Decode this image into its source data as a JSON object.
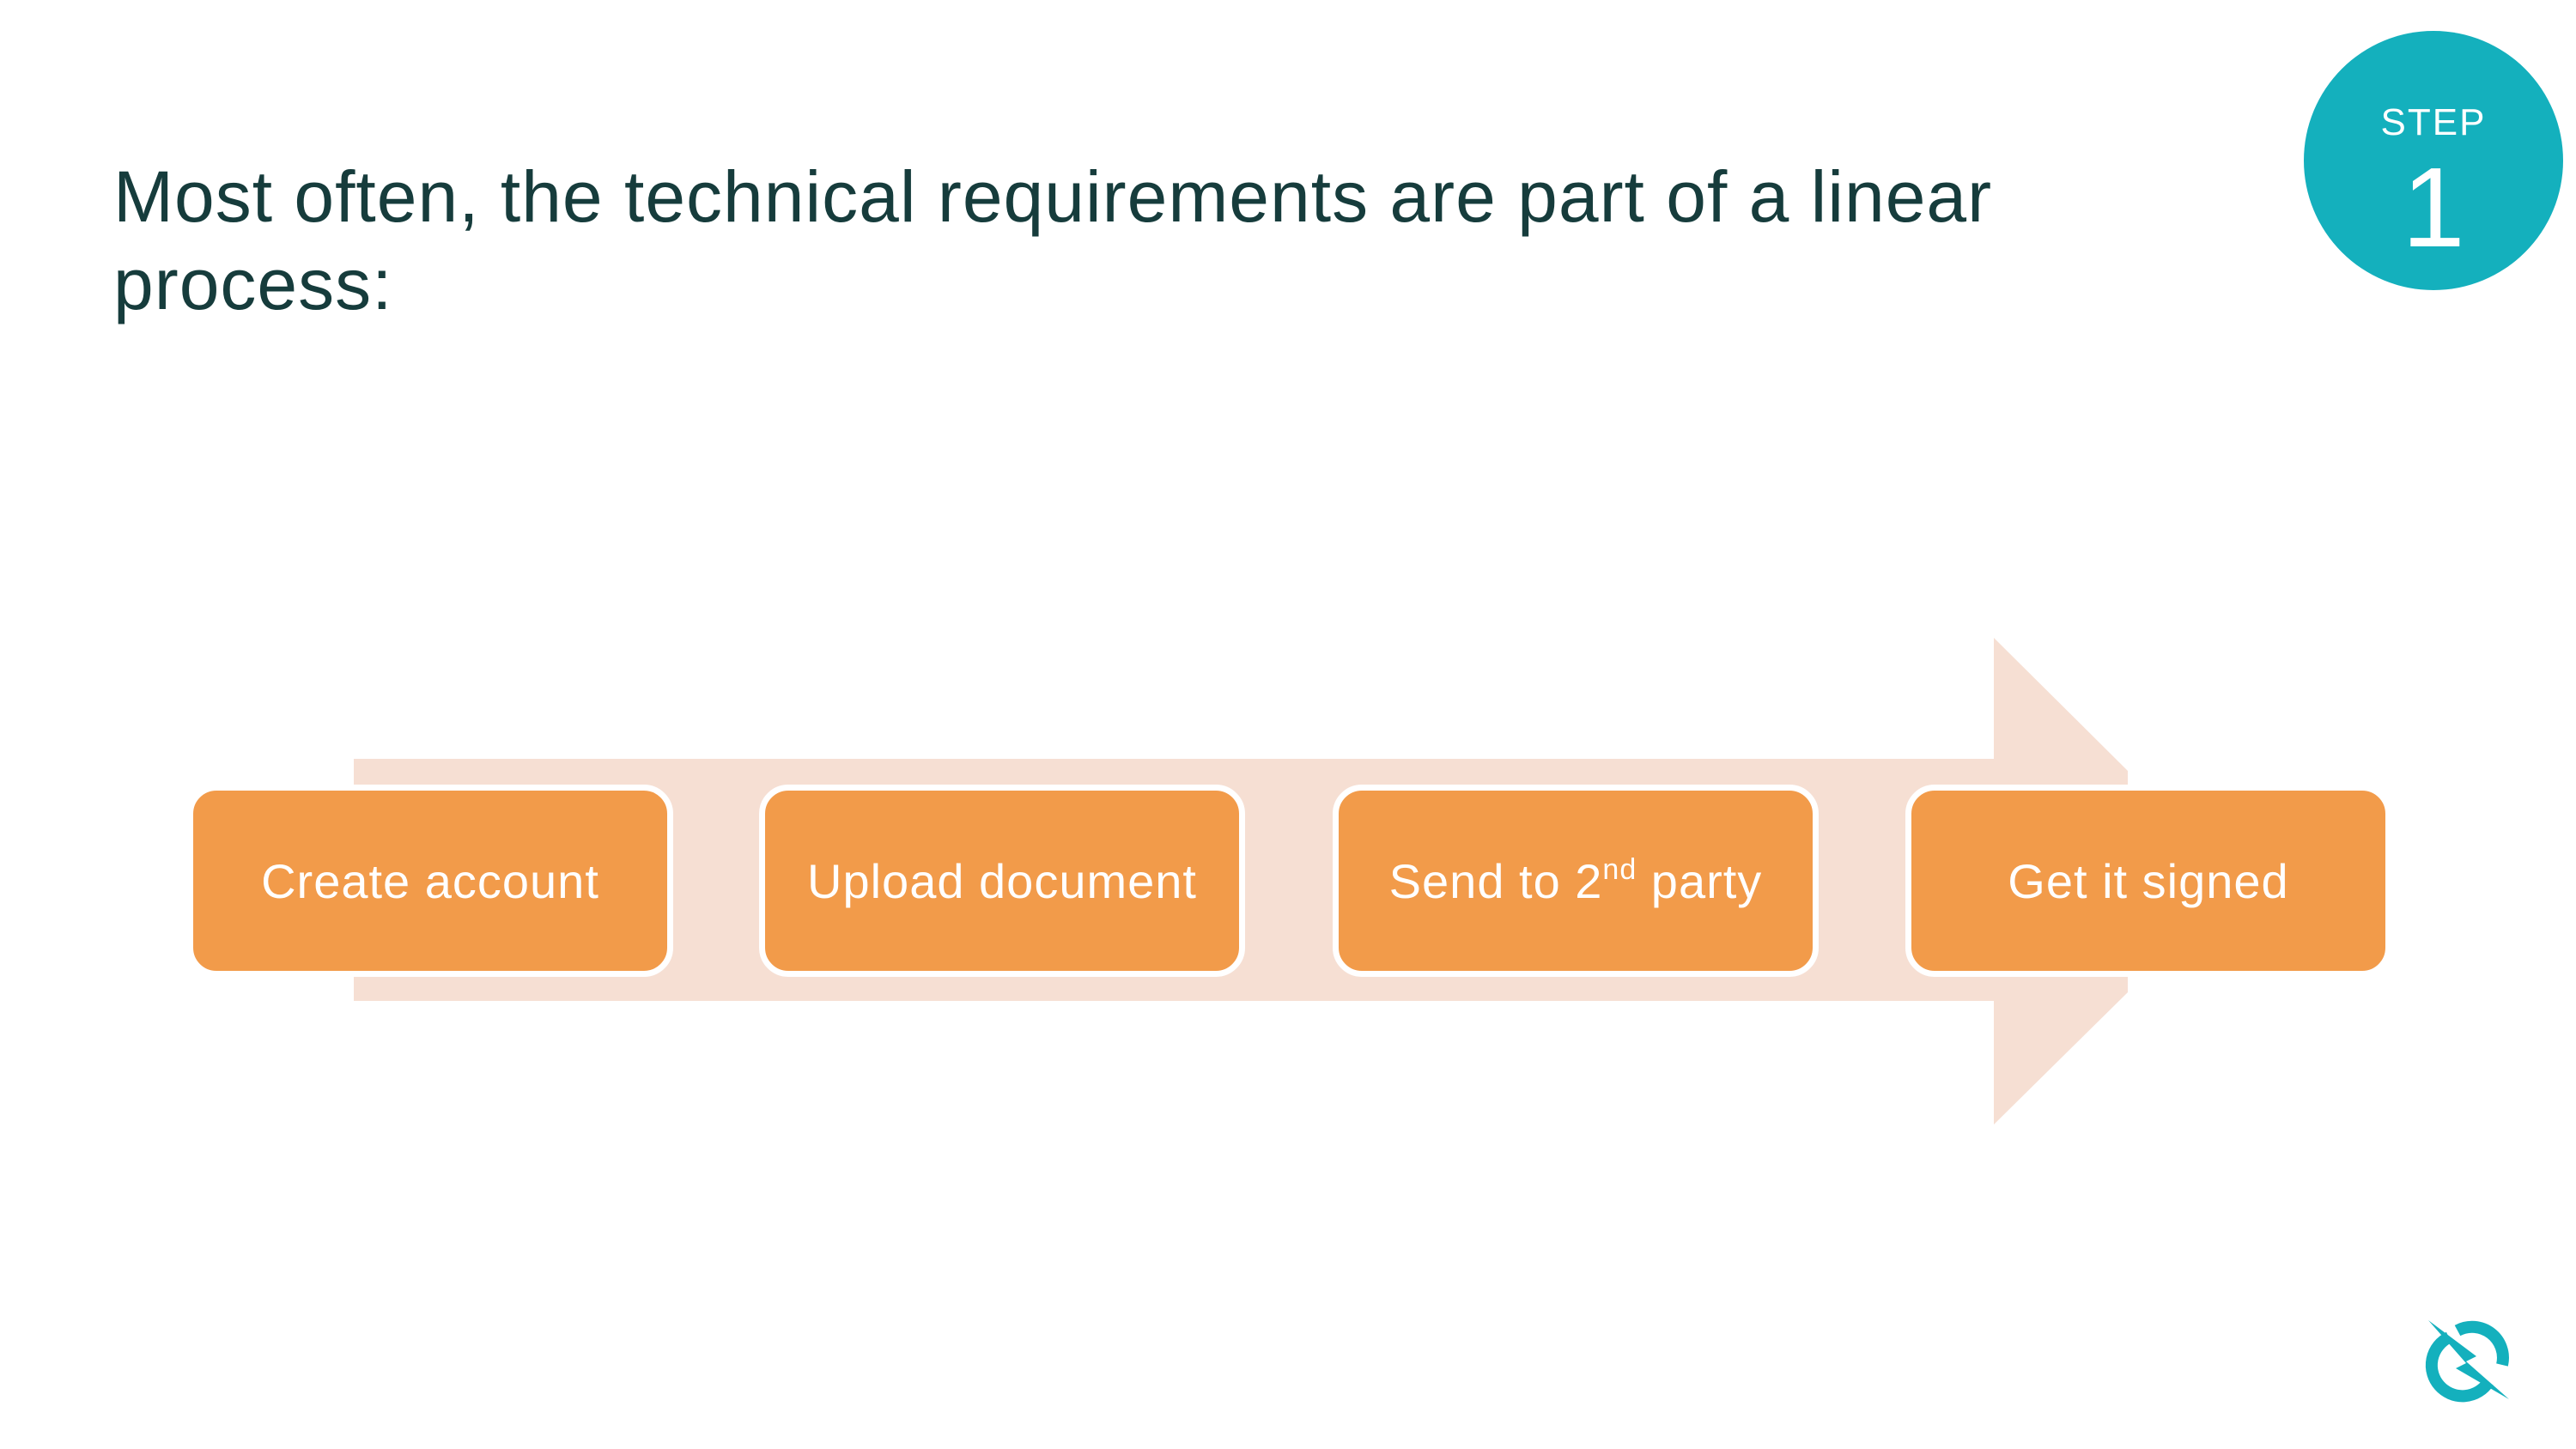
{
  "slide": {
    "title": "Most often, the technical requirements are part of a linear process:",
    "step_badge": {
      "label": "STEP",
      "number": "1",
      "color": "#14b0bd"
    },
    "process": {
      "arrow_color": "#f6dfd3",
      "box_color": "#f29b4a",
      "steps": [
        {
          "label": "Create account"
        },
        {
          "label_before": "Send to 2",
          "label": "Upload document"
        },
        {
          "label_prefix": "Send to 2",
          "label_sup": "nd",
          "label_suffix": " party"
        },
        {
          "label": "Get it signed"
        }
      ]
    },
    "logo": {
      "icon": "q-lightning-logo-icon",
      "color": "#14b0bd"
    }
  }
}
